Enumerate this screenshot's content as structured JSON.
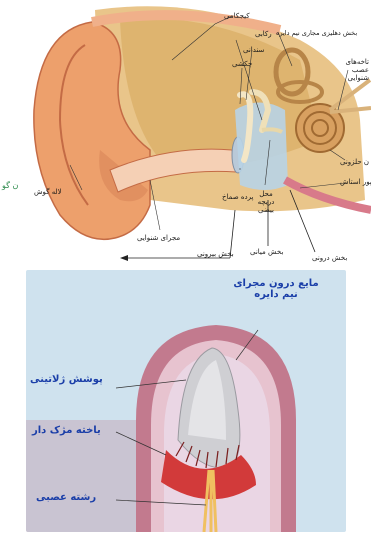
{
  "top_diagram": {
    "labels": {
      "kechakhe": "کیجکامی",
      "rekabi": "رکابی",
      "sendani": "سندانی",
      "chakoshi": "چکشی",
      "semicircular": "بخش دهلیزی مجاری نیم دایره",
      "auditory_nerve": "تاخه‌های عصب شنوایی",
      "cochlea": "ن حلزونی",
      "eustachian": "پور استاش",
      "oval_window": "محل دریچه بیضی",
      "eardrum": "پرده صماخ",
      "pinna": "لاله گوش",
      "ear_canal": "مجرای شنوایی",
      "outer": "بخش بیرونی",
      "middle": "بخش میانی",
      "inner": "بخش درونی",
      "margin_text": "ن گو"
    }
  },
  "bottom_diagram": {
    "labels": {
      "fluid": "مایع درون مجرای نیم دایره",
      "gelatin": "پوشش ژلاتینی",
      "hair_cells": "یاخته مژک دار",
      "nerve_fiber": "رشته عصبی"
    }
  }
}
